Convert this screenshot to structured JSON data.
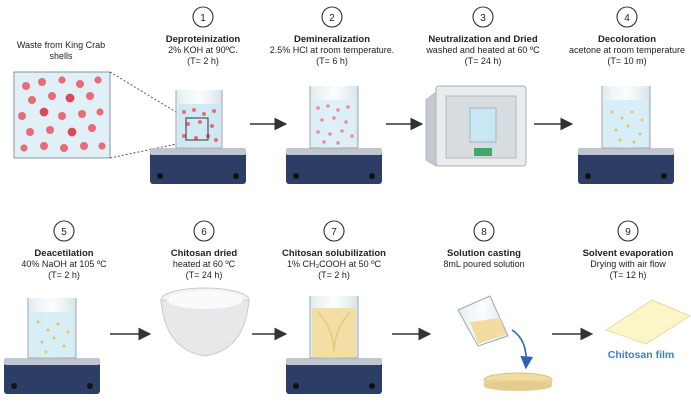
{
  "waste_label": "Waste from King Crab shells",
  "steps": [
    {
      "number": "1",
      "title": "Deproteinization",
      "line1": "2% KOH at 90ºC.",
      "line2": "(T= 2 h)"
    },
    {
      "number": "2",
      "title": "Demineralization",
      "line1": "2.5% HCl at room temperature.",
      "line2": "(T= 6 h)"
    },
    {
      "number": "3",
      "title": "Neutralization and Dried",
      "line1": "washed and heated at 60 ºC",
      "line2": "(T= 24 h)"
    },
    {
      "number": "4",
      "title": "Decoloration",
      "line1": "acetone at room temperature",
      "line2": "(T= 10 m)"
    },
    {
      "number": "5",
      "title": "Deacetilation",
      "line1": "40% NaOH at 105 ºC",
      "line2": "(T= 2 h)"
    },
    {
      "number": "6",
      "title": "Chitosan dried",
      "line1": "heated at 60 ºC",
      "line2": "(T= 24 h)"
    },
    {
      "number": "7",
      "title": "Chitosan solubilization",
      "line1": "1% CH₃COOH at 50 ºC",
      "line2": "(T= 2 h)"
    },
    {
      "number": "8",
      "title": "Solution casting",
      "line1": "8mL poured solution",
      "line2": ""
    },
    {
      "number": "9",
      "title": "Solvent evaporation",
      "line1": "Drying with air flow",
      "line2": "(T= 12 h)"
    }
  ],
  "film_label": "Chitosan film",
  "colors": {
    "stirrer": "#2c3e66",
    "stirrer_top": "#bfc6cf",
    "water": "#c9e7f3",
    "particles": "#e86c78",
    "chitosan_yellow": "#f2dca0",
    "film": "#fbf5c8",
    "arrow": "#333333",
    "accent": "#3f7fc6"
  }
}
